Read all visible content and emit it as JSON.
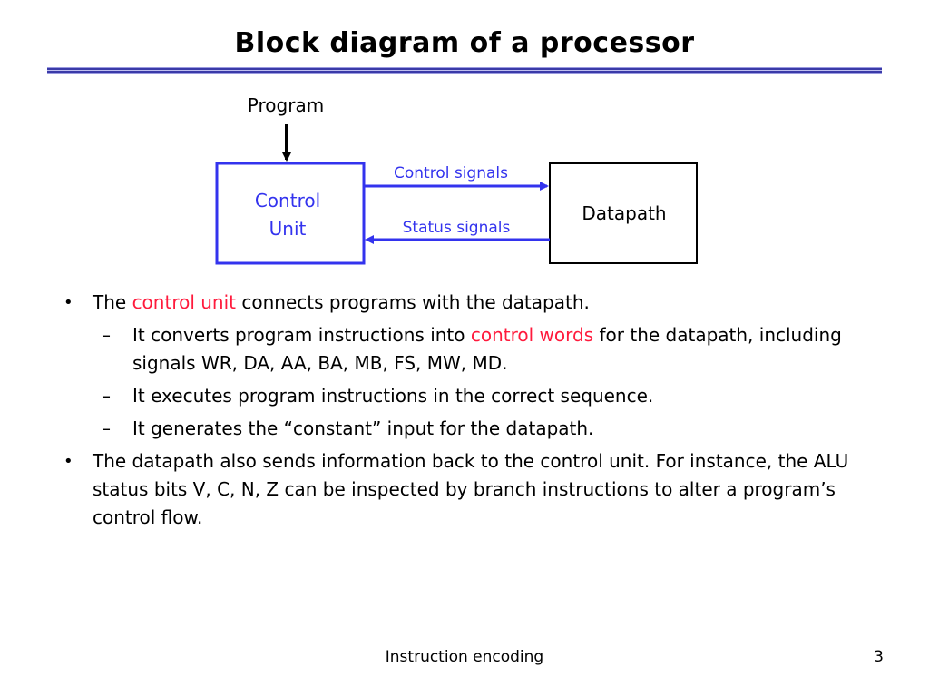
{
  "slide": {
    "title": "Block diagram of a processor"
  },
  "diagram": {
    "program_label": "Program",
    "control_unit_line1": "Control",
    "control_unit_line2": "Unit",
    "datapath_label": "Datapath",
    "control_signals_label": "Control signals",
    "status_signals_label": "Status signals",
    "colors": {
      "accent_blue": "#3333ee",
      "black": "#000000"
    }
  },
  "bullets": {
    "b1_pre": "The ",
    "b1_red": "control unit",
    "b1_post": " connects programs with the datapath.",
    "b1_sub1_pre": "It converts program instructions into ",
    "b1_sub1_red": "control words",
    "b1_sub1_post": " for the datapath, including signals WR, DA, AA, BA, MB, FS, MW, MD.",
    "b1_sub2": "It executes program instructions in the correct sequence.",
    "b1_sub3": "It generates the “constant” input for the datapath.",
    "b2": "The datapath also sends information back to the control unit. For instance, the ALU status bits V, C, N, Z can be inspected by branch instructions to alter a program’s control flow.",
    "highlight_color": "#ff1a3c"
  },
  "footer": {
    "center": "Instruction encoding",
    "page_number": "3"
  }
}
